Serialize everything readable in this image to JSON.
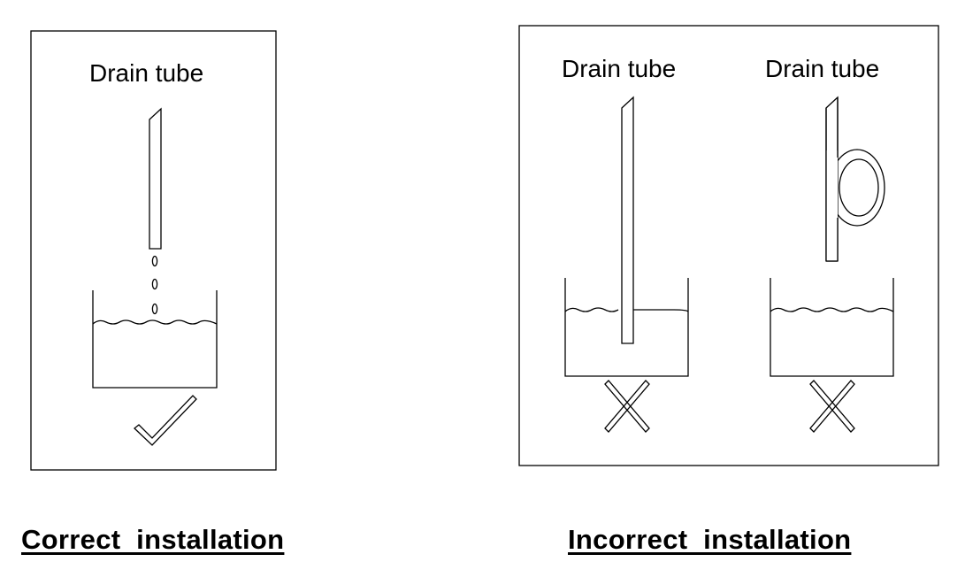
{
  "correct": {
    "tube_label": "Drain tube",
    "caption": "Correct  installation",
    "mark": "check-mark"
  },
  "incorrect": {
    "tube_labels": [
      "Drain tube",
      "Drain tube"
    ],
    "caption": "Incorrect  installation",
    "mark": "cross-mark"
  },
  "colors": {
    "line": "#000000",
    "background": "#ffffff"
  }
}
